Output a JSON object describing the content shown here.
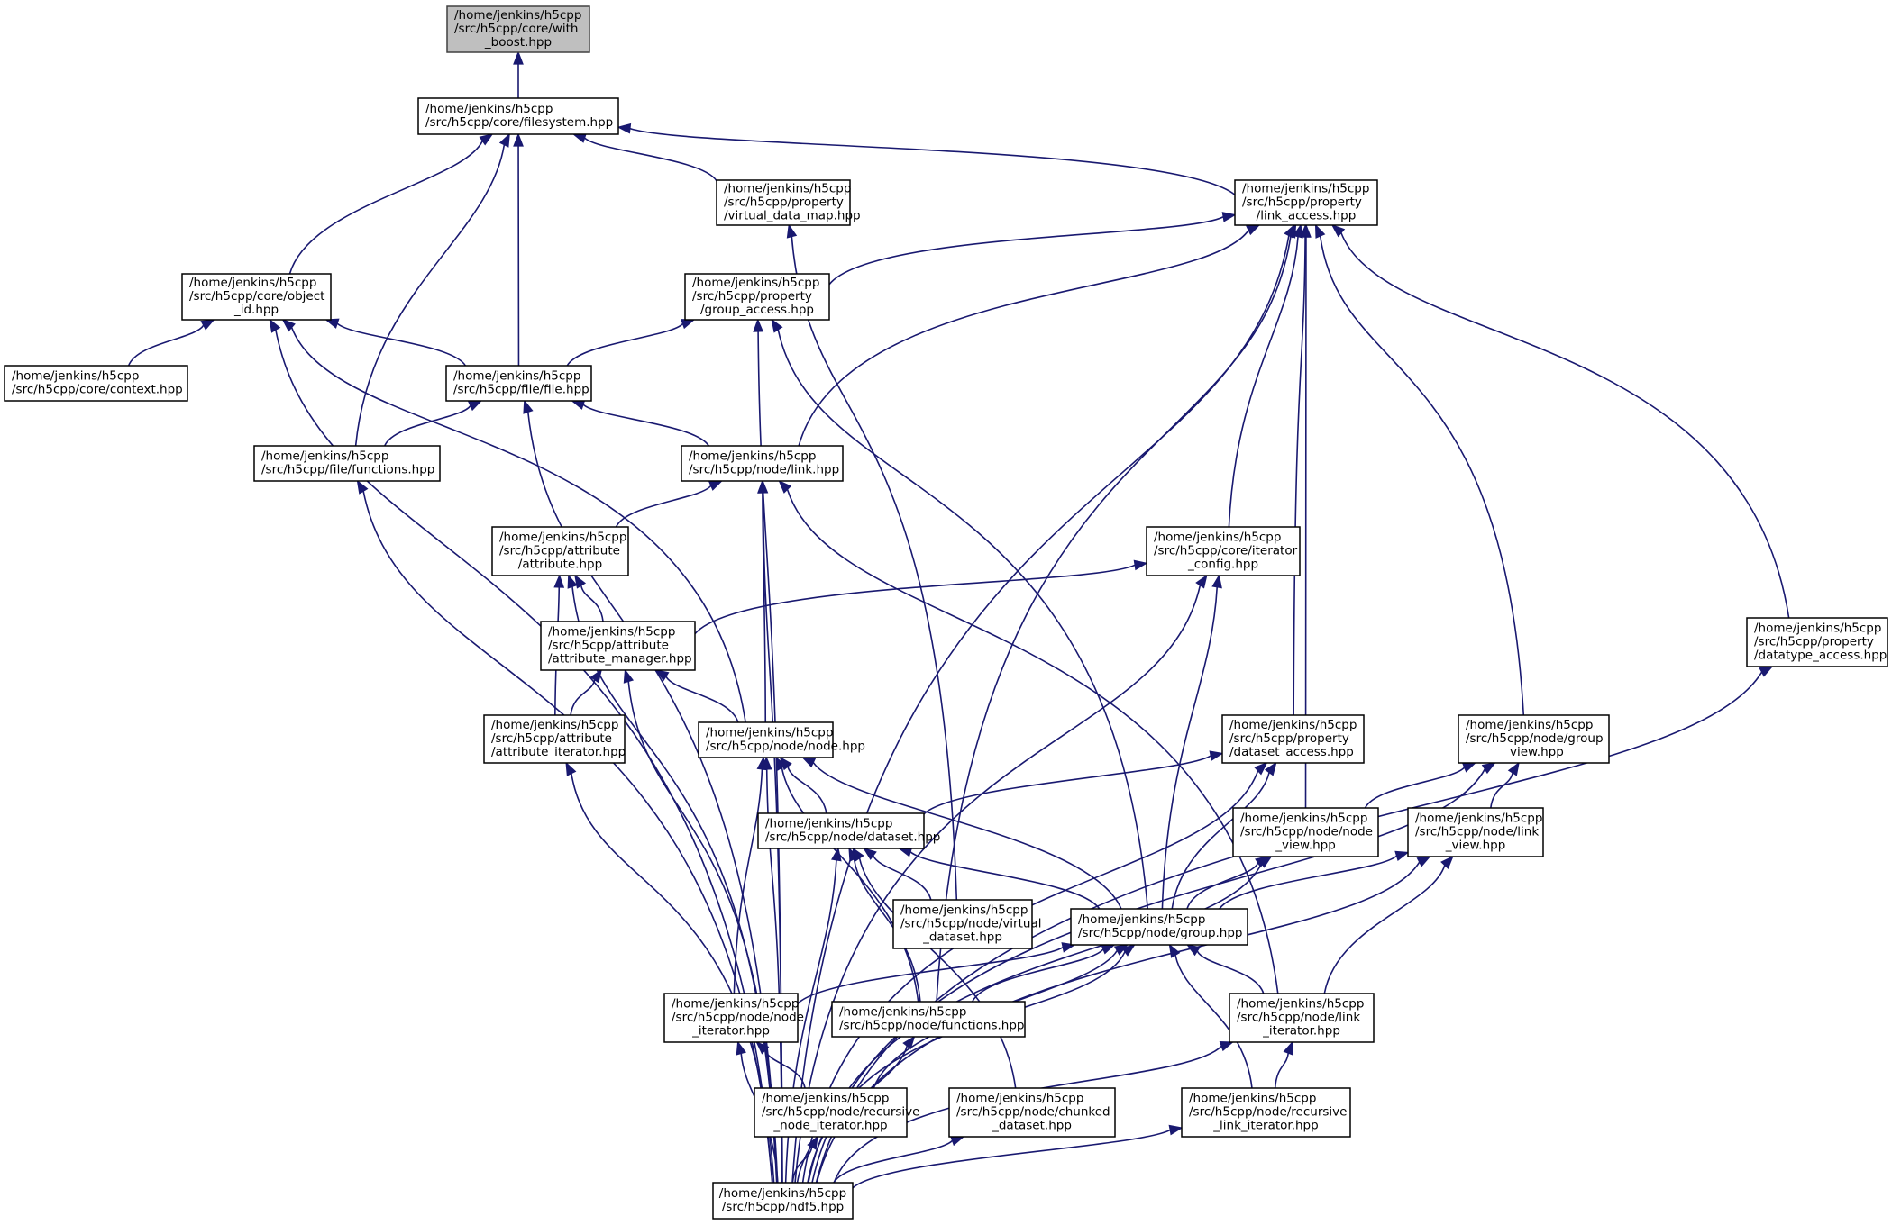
{
  "diagram": {
    "title": "Include dependency graph for with_boost.hpp",
    "colors": {
      "edge": "#191970",
      "root_fill": "#bfbfbf",
      "node_fill": "#ffffff",
      "border": "#000000"
    },
    "nodes": [
      {
        "id": "with_boost",
        "lines": [
          "/home/jenkins/h5cpp",
          "/src/h5cpp/core/with",
          "_boost.hpp"
        ],
        "root": true
      },
      {
        "id": "filesystem",
        "lines": [
          "/home/jenkins/h5cpp",
          "/src/h5cpp/core/filesystem.hpp"
        ]
      },
      {
        "id": "virtual_data_map",
        "lines": [
          "/home/jenkins/h5cpp",
          "/src/h5cpp/property",
          "/virtual_data_map.hpp"
        ]
      },
      {
        "id": "link_access",
        "lines": [
          "/home/jenkins/h5cpp",
          "/src/h5cpp/property",
          "/link_access.hpp"
        ]
      },
      {
        "id": "object_id",
        "lines": [
          "/home/jenkins/h5cpp",
          "/src/h5cpp/core/object",
          "_id.hpp"
        ]
      },
      {
        "id": "group_access",
        "lines": [
          "/home/jenkins/h5cpp",
          "/src/h5cpp/property",
          "/group_access.hpp"
        ]
      },
      {
        "id": "context",
        "lines": [
          "/home/jenkins/h5cpp",
          "/src/h5cpp/core/context.hpp"
        ]
      },
      {
        "id": "file",
        "lines": [
          "/home/jenkins/h5cpp",
          "/src/h5cpp/file/file.hpp"
        ]
      },
      {
        "id": "file_functions",
        "lines": [
          "/home/jenkins/h5cpp",
          "/src/h5cpp/file/functions.hpp"
        ]
      },
      {
        "id": "link",
        "lines": [
          "/home/jenkins/h5cpp",
          "/src/h5cpp/node/link.hpp"
        ]
      },
      {
        "id": "attribute",
        "lines": [
          "/home/jenkins/h5cpp",
          "/src/h5cpp/attribute",
          "/attribute.hpp"
        ]
      },
      {
        "id": "iterator_config",
        "lines": [
          "/home/jenkins/h5cpp",
          "/src/h5cpp/core/iterator",
          "_config.hpp"
        ]
      },
      {
        "id": "attribute_manager",
        "lines": [
          "/home/jenkins/h5cpp",
          "/src/h5cpp/attribute",
          "/attribute_manager.hpp"
        ]
      },
      {
        "id": "datatype_access",
        "lines": [
          "/home/jenkins/h5cpp",
          "/src/h5cpp/property",
          "/datatype_access.hpp"
        ]
      },
      {
        "id": "attribute_iterator",
        "lines": [
          "/home/jenkins/h5cpp",
          "/src/h5cpp/attribute",
          "/attribute_iterator.hpp"
        ]
      },
      {
        "id": "node",
        "lines": [
          "/home/jenkins/h5cpp",
          "/src/h5cpp/node/node.hpp"
        ]
      },
      {
        "id": "dataset_access",
        "lines": [
          "/home/jenkins/h5cpp",
          "/src/h5cpp/property",
          "/dataset_access.hpp"
        ]
      },
      {
        "id": "group_view",
        "lines": [
          "/home/jenkins/h5cpp",
          "/src/h5cpp/node/group",
          "_view.hpp"
        ]
      },
      {
        "id": "dataset",
        "lines": [
          "/home/jenkins/h5cpp",
          "/src/h5cpp/node/dataset.hpp"
        ]
      },
      {
        "id": "node_view",
        "lines": [
          "/home/jenkins/h5cpp",
          "/src/h5cpp/node/node",
          "_view.hpp"
        ]
      },
      {
        "id": "link_view",
        "lines": [
          "/home/jenkins/h5cpp",
          "/src/h5cpp/node/link",
          "_view.hpp"
        ]
      },
      {
        "id": "virtual_dataset",
        "lines": [
          "/home/jenkins/h5cpp",
          "/src/h5cpp/node/virtual",
          "_dataset.hpp"
        ]
      },
      {
        "id": "group",
        "lines": [
          "/home/jenkins/h5cpp",
          "/src/h5cpp/node/group.hpp"
        ]
      },
      {
        "id": "node_iterator",
        "lines": [
          "/home/jenkins/h5cpp",
          "/src/h5cpp/node/node",
          "_iterator.hpp"
        ]
      },
      {
        "id": "node_functions",
        "lines": [
          "/home/jenkins/h5cpp",
          "/src/h5cpp/node/functions.hpp"
        ]
      },
      {
        "id": "link_iterator",
        "lines": [
          "/home/jenkins/h5cpp",
          "/src/h5cpp/node/link",
          "_iterator.hpp"
        ]
      },
      {
        "id": "recursive_node_iterator",
        "lines": [
          "/home/jenkins/h5cpp",
          "/src/h5cpp/node/recursive",
          "_node_iterator.hpp"
        ]
      },
      {
        "id": "chunked_dataset",
        "lines": [
          "/home/jenkins/h5cpp",
          "/src/h5cpp/node/chunked",
          "_dataset.hpp"
        ]
      },
      {
        "id": "recursive_link_iterator",
        "lines": [
          "/home/jenkins/h5cpp",
          "/src/h5cpp/node/recursive",
          "_link_iterator.hpp"
        ]
      },
      {
        "id": "hdf5",
        "lines": [
          "/home/jenkins/h5cpp",
          "/src/h5cpp/hdf5.hpp"
        ]
      }
    ],
    "edges": [
      [
        "filesystem",
        "with_boost"
      ],
      [
        "object_id",
        "filesystem"
      ],
      [
        "file_functions",
        "filesystem"
      ],
      [
        "file",
        "filesystem"
      ],
      [
        "virtual_data_map",
        "filesystem"
      ],
      [
        "link_access",
        "filesystem"
      ],
      [
        "context",
        "object_id"
      ],
      [
        "hdf5",
        "object_id"
      ],
      [
        "file",
        "object_id"
      ],
      [
        "node",
        "object_id"
      ],
      [
        "group_access",
        "link_access"
      ],
      [
        "link",
        "link_access"
      ],
      [
        "node_functions",
        "link_access"
      ],
      [
        "iterator_config",
        "link_access"
      ],
      [
        "dataset_access",
        "link_access"
      ],
      [
        "node_view",
        "link_access"
      ],
      [
        "group_view",
        "link_access"
      ],
      [
        "hdf5",
        "link_access"
      ],
      [
        "datatype_access",
        "link_access"
      ],
      [
        "virtual_dataset",
        "virtual_data_map"
      ],
      [
        "file",
        "group_access"
      ],
      [
        "hdf5",
        "group_access"
      ],
      [
        "group",
        "group_access"
      ],
      [
        "file_functions",
        "file"
      ],
      [
        "hdf5",
        "file"
      ],
      [
        "link",
        "file"
      ],
      [
        "hdf5",
        "file_functions"
      ],
      [
        "attribute",
        "link"
      ],
      [
        "node",
        "link"
      ],
      [
        "hdf5",
        "link"
      ],
      [
        "link_iterator",
        "link"
      ],
      [
        "attribute_manager",
        "attribute"
      ],
      [
        "attribute_iterator",
        "attribute"
      ],
      [
        "hdf5",
        "attribute"
      ],
      [
        "attribute_manager",
        "iterator_config"
      ],
      [
        "group",
        "iterator_config"
      ],
      [
        "hdf5",
        "iterator_config"
      ],
      [
        "attribute_iterator",
        "attribute_manager"
      ],
      [
        "node",
        "attribute_manager"
      ],
      [
        "hdf5",
        "attribute_manager"
      ],
      [
        "hdf5",
        "datatype_access"
      ],
      [
        "hdf5",
        "attribute_iterator"
      ],
      [
        "dataset",
        "node"
      ],
      [
        "group",
        "node"
      ],
      [
        "node_iterator",
        "node"
      ],
      [
        "node_functions",
        "node"
      ],
      [
        "hdf5",
        "node"
      ],
      [
        "dataset",
        "dataset_access"
      ],
      [
        "group",
        "dataset_access"
      ],
      [
        "hdf5",
        "dataset_access"
      ],
      [
        "node_view",
        "group_view"
      ],
      [
        "link_view",
        "group_view"
      ],
      [
        "hdf5",
        "group_view"
      ],
      [
        "virtual_dataset",
        "dataset"
      ],
      [
        "group",
        "dataset"
      ],
      [
        "node_functions",
        "dataset"
      ],
      [
        "chunked_dataset",
        "dataset"
      ],
      [
        "hdf5",
        "dataset"
      ],
      [
        "group",
        "node_view"
      ],
      [
        "hdf5",
        "node_view"
      ],
      [
        "group",
        "link_view"
      ],
      [
        "link_iterator",
        "link_view"
      ],
      [
        "hdf5",
        "link_view"
      ],
      [
        "node_iterator",
        "group"
      ],
      [
        "node_functions",
        "group"
      ],
      [
        "recursive_node_iterator",
        "group"
      ],
      [
        "link_iterator",
        "group"
      ],
      [
        "recursive_link_iterator",
        "group"
      ],
      [
        "hdf5",
        "group"
      ],
      [
        "recursive_node_iterator",
        "node_iterator"
      ],
      [
        "hdf5",
        "node_iterator"
      ],
      [
        "hdf5",
        "node_functions"
      ],
      [
        "recursive_link_iterator",
        "link_iterator"
      ],
      [
        "hdf5",
        "link_iterator"
      ],
      [
        "hdf5",
        "recursive_node_iterator"
      ],
      [
        "hdf5",
        "chunked_dataset"
      ],
      [
        "hdf5",
        "recursive_link_iterator"
      ]
    ]
  }
}
